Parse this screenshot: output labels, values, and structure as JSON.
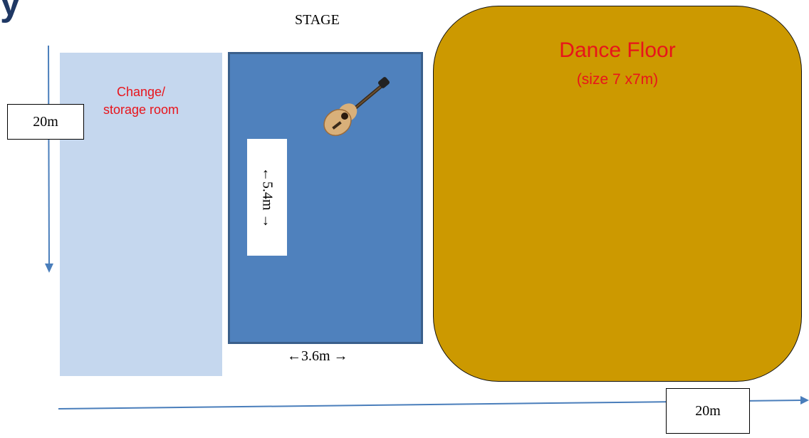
{
  "stage_title": "STAGE",
  "change_room": {
    "label_line1": "Change/",
    "label_line2": "storage room",
    "color": "#c5d7ee"
  },
  "stage": {
    "height_label": "←5.4m →",
    "width_label": "←3.6m →",
    "color": "#4f81bd",
    "icon": "guitar-icon"
  },
  "dance_floor": {
    "title": "Dance Floor",
    "size_label": "(size 7 x7m)",
    "color": "#cc9900",
    "text_color": "#e8141b"
  },
  "dimensions": {
    "vertical": "20m",
    "horizontal": "20m",
    "arrow_color": "#4a7ebb"
  }
}
